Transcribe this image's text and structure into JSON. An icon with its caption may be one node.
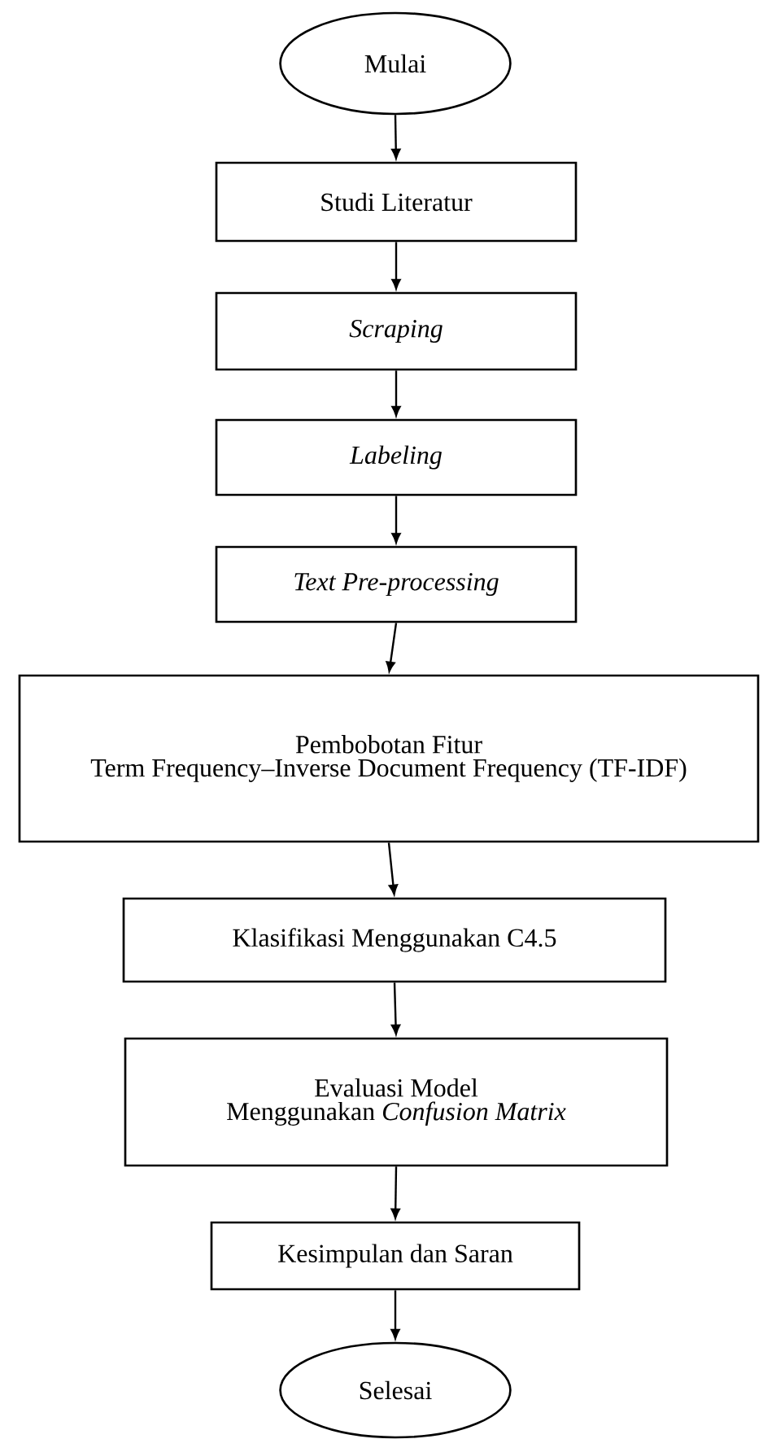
{
  "diagram": {
    "nodes": [
      {
        "text": [
          "Mulai"
        ]
      },
      {
        "text": [
          "Studi Literatur"
        ]
      },
      {
        "text": [
          "Scraping"
        ]
      },
      {
        "text": [
          "Labeling"
        ]
      },
      {
        "text": [
          "Text Pre-processing"
        ]
      },
      {
        "text": [
          "Pembobotan Fitur",
          "Term Frequency–Inverse Document Frequency (TF-IDF)"
        ]
      },
      {
        "text": [
          "Klasifikasi Menggunakan C4.5"
        ]
      },
      {
        "text": [
          "Evaluasi Model",
          "Menggunakan *Confusion Matrix*"
        ]
      },
      {
        "text": [
          "Kesimpulan dan Saran"
        ]
      },
      {
        "text": [
          "Selesai"
        ]
      }
    ],
    "edges": [
      {
        "from": 0,
        "to": 1,
        "arrow": "to"
      },
      {
        "from": 1,
        "to": 2,
        "arrow": "to"
      },
      {
        "from": 2,
        "to": 3,
        "arrow": "to"
      },
      {
        "from": 3,
        "to": 4,
        "arrow": "to"
      },
      {
        "from": 4,
        "to": 5,
        "arrow": "to"
      },
      {
        "from": 5,
        "to": 6,
        "arrow": "to"
      },
      {
        "from": 6,
        "to": 7,
        "arrow": "to"
      },
      {
        "from": 7,
        "to": 8,
        "arrow": "to"
      },
      {
        "from": 8,
        "to": 9,
        "arrow": "to"
      }
    ]
  }
}
